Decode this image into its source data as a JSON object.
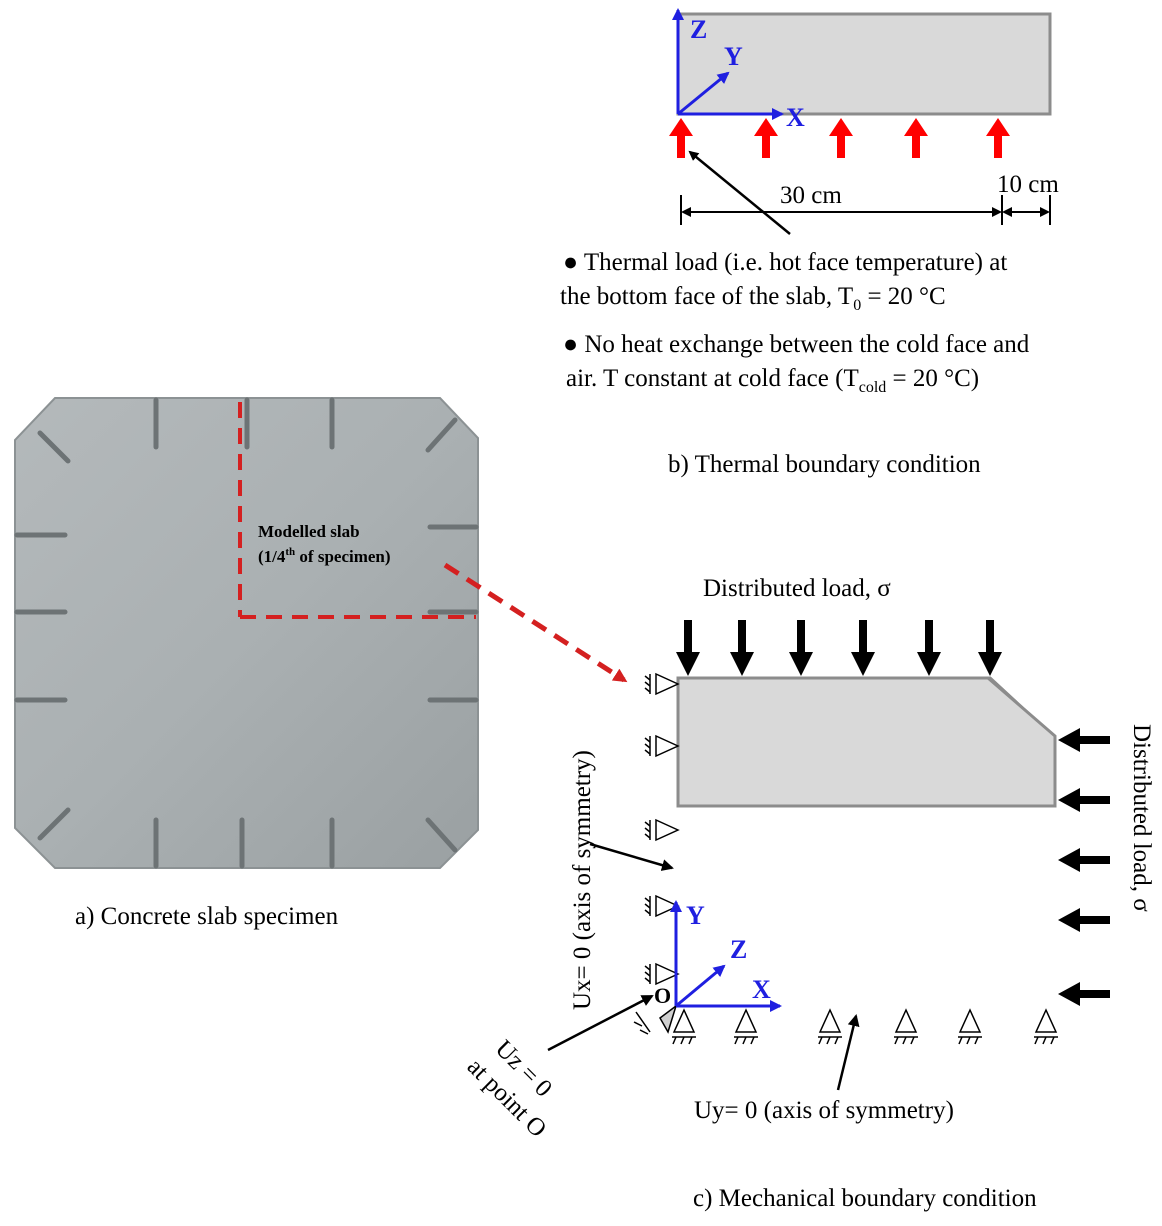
{
  "colors": {
    "slab_fill": "#d9d9d9",
    "slab_edge": "#8c8c8c",
    "axis_blue": "#1f1fe0",
    "heat_arrow": "#ff0000",
    "dashed_line": "#d42020",
    "photo_concrete": "#a8aeb0"
  },
  "panel_a": {
    "caption": "a) Concrete slab specimen",
    "label_line1": "Modelled slab",
    "label_line2_pre": "(1/4",
    "label_line2_sup": "th",
    "label_line2_post": " of specimen)"
  },
  "panel_b": {
    "axis_z": "Z",
    "axis_y": "Y",
    "axis_x": "X",
    "dim_length": "30 cm",
    "dim_thickness": "10 cm",
    "note1_line1": "● Thermal load (i.e. hot face temperature) at",
    "note1_line2_pre": "the bottom face of the slab, T",
    "note1_line2_sub": "0",
    "note1_line2_post": " = 20 °C",
    "note2_line1": "● No heat exchange between the cold face and",
    "note2_line2_pre": "air. T constant at cold face (T",
    "note2_line2_sub": "cold",
    "note2_line2_post": " = 20 °C)",
    "caption": "b) Thermal boundary condition"
  },
  "panel_c": {
    "top_load": "Distributed load, σ",
    "right_load": "Distributed load, σ",
    "left_bc": "Ux= 0 (axis of symmetry)",
    "bottom_bc": "Uy= 0 (axis of symmetry)",
    "uz_line1": "Uz = 0",
    "uz_line2": "at point O",
    "origin": "O",
    "axis_y": "Y",
    "axis_z": "Z",
    "axis_x": "X",
    "caption": "c) Mechanical boundary condition"
  }
}
